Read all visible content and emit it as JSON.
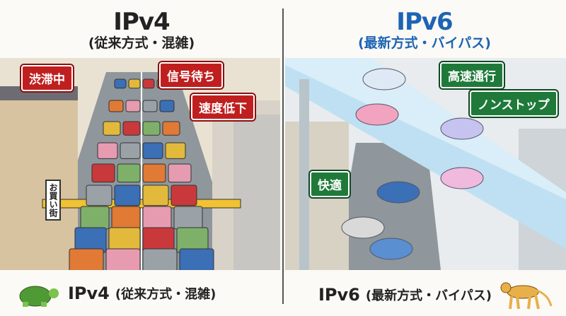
{
  "left": {
    "title": "IPv4",
    "subtitle": "(従来方式・混雑)",
    "title_color": "#222222",
    "tags": [
      "渋滞中",
      "信号待ち",
      "速度低下"
    ],
    "street_sign": "お買い街",
    "caption_main": "IPv4",
    "caption_sub": "(従来方式・混雑)",
    "mascot_icon": "turtle-icon"
  },
  "right": {
    "title": "IPv6",
    "subtitle": "(最新方式・バイパス)",
    "title_color": "#1e64b4",
    "tags": [
      "高速通行",
      "ノンストップ",
      "快適"
    ],
    "caption_main": "IPv6",
    "caption_sub": "(最新方式・バイパス)",
    "mascot_icon": "cheetah-icon"
  }
}
